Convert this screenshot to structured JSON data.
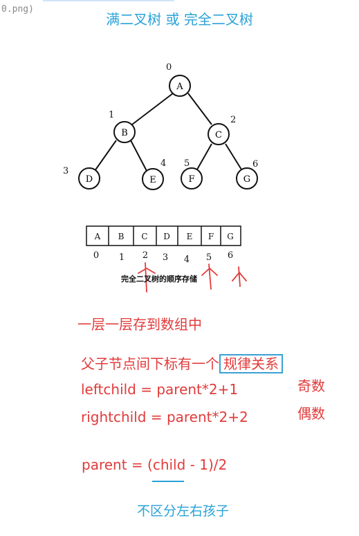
{
  "file_label": "0.png)",
  "title": "满二叉树 或 完全二叉树",
  "tree": {
    "nodes": [
      {
        "label": "A",
        "index": "0"
      },
      {
        "label": "B",
        "index": "1"
      },
      {
        "label": "C",
        "index": "2"
      },
      {
        "label": "D",
        "index": "3"
      },
      {
        "label": "E",
        "index": "4"
      },
      {
        "label": "F",
        "index": "5"
      },
      {
        "label": "G",
        "index": "6"
      }
    ]
  },
  "array": {
    "cells": [
      "A",
      "B",
      "C",
      "D",
      "E",
      "F",
      "G"
    ],
    "indices": [
      "0",
      "1",
      "2",
      "3",
      "4",
      "5",
      "6"
    ],
    "caption": "完全二叉树的顺序存储"
  },
  "notes": {
    "layer_by_layer": "一层一层存到数组中",
    "relation_prefix": "父子节点间下标有一个",
    "relation_boxed": "规律关系",
    "leftchild": "leftchild = parent*2+1",
    "rightchild": "rightchild = parent*2+2",
    "odd": "奇数",
    "even": "偶数",
    "parent": "parent = (child - 1)/2",
    "no_distinction": "不区分左右孩子"
  },
  "colors": {
    "red_annotation": "#e23a3a",
    "blue_text": "#2aa2d8",
    "box_border": "#3aa0d4"
  }
}
